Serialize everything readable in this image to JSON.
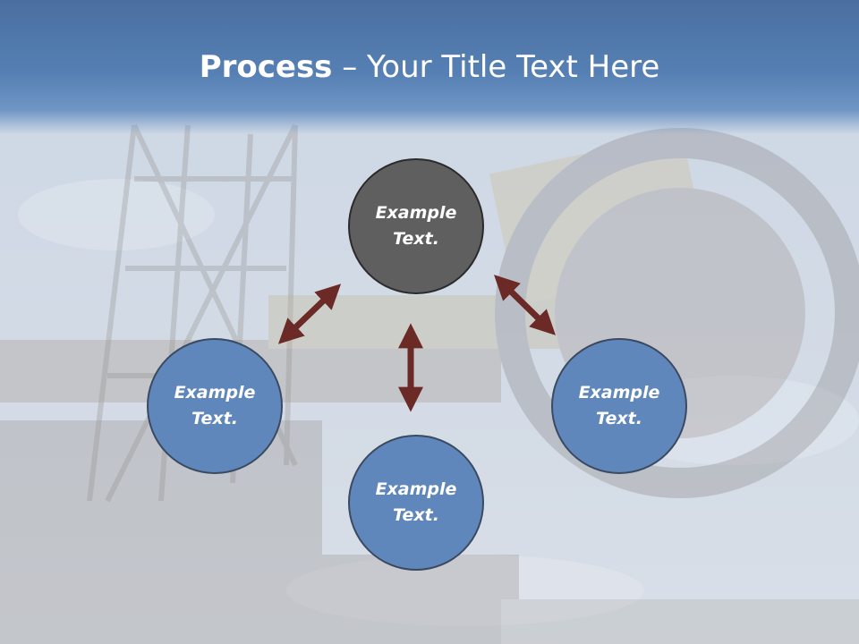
{
  "slide": {
    "title_bold": "Process",
    "title_rest": " – Your Title Text Here"
  },
  "nodes": {
    "top": "Example Text.",
    "left": "Example Text.",
    "right": "Example Text.",
    "bottom": "Example Text."
  },
  "colors": {
    "title_band": "#5680b4",
    "node_fill": "#5f87bb",
    "center_node_fill": "#5f5f5f",
    "arrow": "#6b2a26",
    "title_text": "#ffffff"
  },
  "icons": {
    "arrows": "double-headed-arrow"
  }
}
